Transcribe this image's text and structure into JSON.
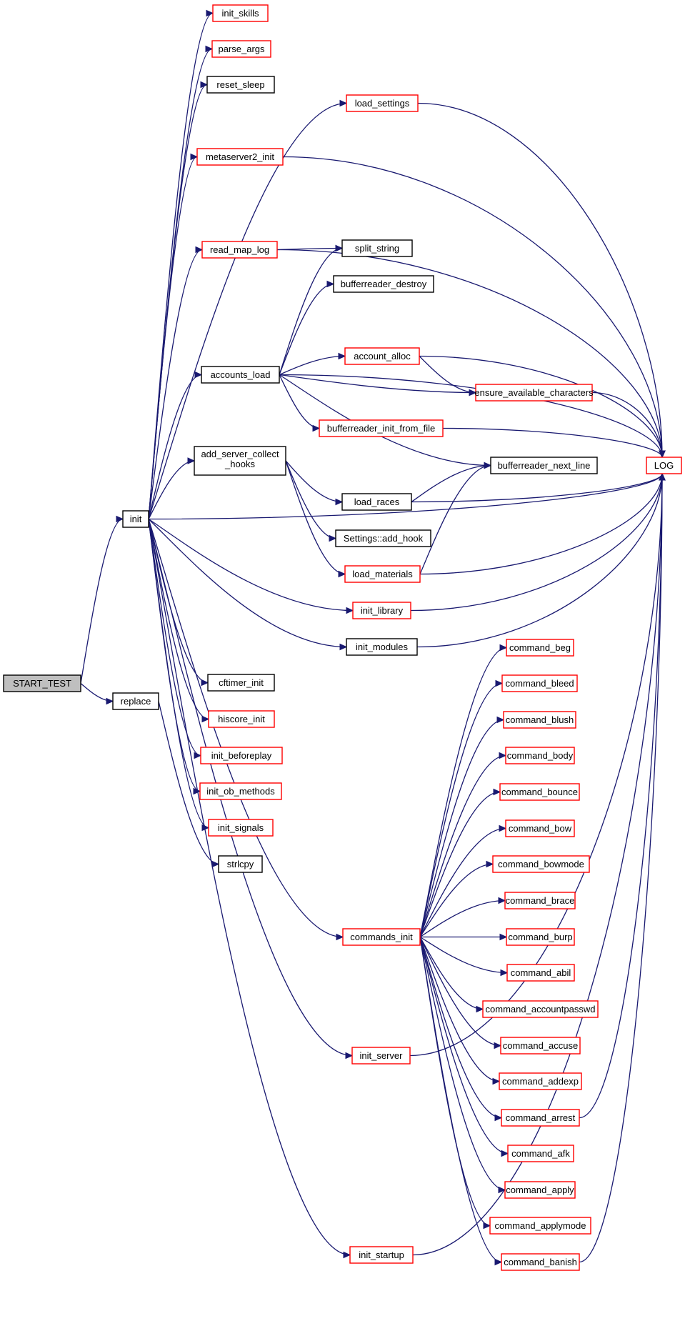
{
  "colors": {
    "edge": "#191970",
    "border_linked": "#ff0000",
    "border_plain": "#000000",
    "fill_root": "#bfbfbf",
    "fill_node": "#ffffff"
  },
  "nodes": {
    "start_test": {
      "label": "START_TEST",
      "style": "root"
    },
    "init": {
      "label": "init",
      "style": "plain"
    },
    "replace": {
      "label": "replace",
      "style": "plain"
    },
    "init_skills": {
      "label": "init_skills",
      "style": "linked"
    },
    "parse_args": {
      "label": "parse_args",
      "style": "linked"
    },
    "reset_sleep": {
      "label": "reset_sleep",
      "style": "plain"
    },
    "load_settings": {
      "label": "load_settings",
      "style": "linked"
    },
    "metaserver2_init": {
      "label": "metaserver2_init",
      "style": "linked"
    },
    "read_map_log": {
      "label": "read_map_log",
      "style": "linked"
    },
    "split_string": {
      "label": "split_string",
      "style": "plain"
    },
    "bufferreader_destroy": {
      "label": "bufferreader_destroy",
      "style": "plain"
    },
    "accounts_load": {
      "label": "accounts_load",
      "style": "plain"
    },
    "account_alloc": {
      "label": "account_alloc",
      "style": "linked"
    },
    "ensure_available_characters": {
      "label": "ensure_available_characters",
      "style": "linked"
    },
    "bufferreader_init_from_file": {
      "label": "bufferreader_init_from_file",
      "style": "linked"
    },
    "add_server_collect_hooks": {
      "label": "add_server_collect",
      "label2": "_hooks",
      "style": "plain"
    },
    "bufferreader_next_line": {
      "label": "bufferreader_next_line",
      "style": "plain"
    },
    "log": {
      "label": "LOG",
      "style": "linked"
    },
    "load_races": {
      "label": "load_races",
      "style": "plain"
    },
    "settings_add_hook": {
      "label": "Settings::add_hook",
      "style": "plain"
    },
    "load_materials": {
      "label": "load_materials",
      "style": "linked"
    },
    "init_library": {
      "label": "init_library",
      "style": "linked"
    },
    "init_modules": {
      "label": "init_modules",
      "style": "plain"
    },
    "cftimer_init": {
      "label": "cftimer_init",
      "style": "plain"
    },
    "hiscore_init": {
      "label": "hiscore_init",
      "style": "linked"
    },
    "init_beforeplay": {
      "label": "init_beforeplay",
      "style": "linked"
    },
    "init_ob_methods": {
      "label": "init_ob_methods",
      "style": "linked"
    },
    "init_signals": {
      "label": "init_signals",
      "style": "linked"
    },
    "strlcpy": {
      "label": "strlcpy",
      "style": "plain"
    },
    "commands_init": {
      "label": "commands_init",
      "style": "linked"
    },
    "init_server": {
      "label": "init_server",
      "style": "linked"
    },
    "init_startup": {
      "label": "init_startup",
      "style": "linked"
    },
    "command_beg": {
      "label": "command_beg",
      "style": "linked"
    },
    "command_bleed": {
      "label": "command_bleed",
      "style": "linked"
    },
    "command_blush": {
      "label": "command_blush",
      "style": "linked"
    },
    "command_body": {
      "label": "command_body",
      "style": "linked"
    },
    "command_bounce": {
      "label": "command_bounce",
      "style": "linked"
    },
    "command_bow": {
      "label": "command_bow",
      "style": "linked"
    },
    "command_bowmode": {
      "label": "command_bowmode",
      "style": "linked"
    },
    "command_brace": {
      "label": "command_brace",
      "style": "linked"
    },
    "command_burp": {
      "label": "command_burp",
      "style": "linked"
    },
    "command_abil": {
      "label": "command_abil",
      "style": "linked"
    },
    "command_accountpasswd": {
      "label": "command_accountpasswd",
      "style": "linked"
    },
    "command_accuse": {
      "label": "command_accuse",
      "style": "linked"
    },
    "command_addexp": {
      "label": "command_addexp",
      "style": "linked"
    },
    "command_arrest": {
      "label": "command_arrest",
      "style": "linked"
    },
    "command_afk": {
      "label": "command_afk",
      "style": "linked"
    },
    "command_apply": {
      "label": "command_apply",
      "style": "linked"
    },
    "command_applymode": {
      "label": "command_applymode",
      "style": "linked"
    },
    "command_banish": {
      "label": "command_banish",
      "style": "linked"
    }
  },
  "edges": [
    [
      "start_test",
      "init"
    ],
    [
      "start_test",
      "replace"
    ],
    [
      "init",
      "init_skills"
    ],
    [
      "init",
      "parse_args"
    ],
    [
      "init",
      "reset_sleep"
    ],
    [
      "init",
      "load_settings"
    ],
    [
      "init",
      "metaserver2_init"
    ],
    [
      "init",
      "log"
    ],
    [
      "init",
      "read_map_log"
    ],
    [
      "init",
      "accounts_load"
    ],
    [
      "init",
      "add_server_collect_hooks"
    ],
    [
      "init",
      "init_library"
    ],
    [
      "init",
      "init_modules"
    ],
    [
      "init",
      "cftimer_init"
    ],
    [
      "init",
      "hiscore_init"
    ],
    [
      "init",
      "init_beforeplay"
    ],
    [
      "init",
      "init_ob_methods"
    ],
    [
      "init",
      "init_signals"
    ],
    [
      "init",
      "commands_init"
    ],
    [
      "init",
      "init_server"
    ],
    [
      "init",
      "init_startup"
    ],
    [
      "replace",
      "strlcpy"
    ],
    [
      "load_settings",
      "log"
    ],
    [
      "metaserver2_init",
      "log"
    ],
    [
      "read_map_log",
      "split_string"
    ],
    [
      "read_map_log",
      "log"
    ],
    [
      "accounts_load",
      "split_string"
    ],
    [
      "accounts_load",
      "bufferreader_destroy"
    ],
    [
      "accounts_load",
      "log"
    ],
    [
      "accounts_load",
      "account_alloc"
    ],
    [
      "accounts_load",
      "ensure_available_characters"
    ],
    [
      "accounts_load",
      "bufferreader_init_from_file"
    ],
    [
      "accounts_load",
      "bufferreader_next_line"
    ],
    [
      "account_alloc",
      "log"
    ],
    [
      "account_alloc",
      "ensure_available_characters"
    ],
    [
      "ensure_available_characters",
      "log"
    ],
    [
      "bufferreader_init_from_file",
      "log"
    ],
    [
      "add_server_collect_hooks",
      "load_races"
    ],
    [
      "add_server_collect_hooks",
      "settings_add_hook"
    ],
    [
      "add_server_collect_hooks",
      "load_materials"
    ],
    [
      "load_races",
      "bufferreader_next_line"
    ],
    [
      "load_races",
      "log"
    ],
    [
      "load_materials",
      "bufferreader_next_line"
    ],
    [
      "load_materials",
      "log"
    ],
    [
      "init_library",
      "log"
    ],
    [
      "init_modules",
      "log"
    ],
    [
      "commands_init",
      "command_beg"
    ],
    [
      "commands_init",
      "command_bleed"
    ],
    [
      "commands_init",
      "command_blush"
    ],
    [
      "commands_init",
      "command_body"
    ],
    [
      "commands_init",
      "command_bounce"
    ],
    [
      "commands_init",
      "command_bow"
    ],
    [
      "commands_init",
      "command_bowmode"
    ],
    [
      "commands_init",
      "command_brace"
    ],
    [
      "commands_init",
      "command_burp"
    ],
    [
      "commands_init",
      "command_abil"
    ],
    [
      "commands_init",
      "command_accountpasswd"
    ],
    [
      "commands_init",
      "command_accuse"
    ],
    [
      "commands_init",
      "command_addexp"
    ],
    [
      "commands_init",
      "command_arrest"
    ],
    [
      "commands_init",
      "command_afk"
    ],
    [
      "commands_init",
      "command_apply"
    ],
    [
      "commands_init",
      "command_applymode"
    ],
    [
      "commands_init",
      "command_banish"
    ],
    [
      "command_arrest",
      "log"
    ],
    [
      "command_banish",
      "log"
    ],
    [
      "init_server",
      "log"
    ],
    [
      "init_startup",
      "log"
    ]
  ]
}
